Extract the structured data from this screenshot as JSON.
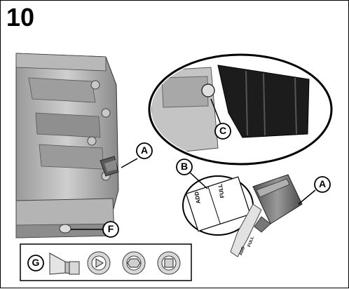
{
  "step_number": "10",
  "callouts": {
    "a_top": "A",
    "a_bottom": "A",
    "b": "B",
    "c": "C",
    "f": "F",
    "g": "G"
  },
  "label_text": {
    "add": "ADD",
    "full": "FULL",
    "dipstick_add": "ADD",
    "dipstick_full": "FULL"
  },
  "colors": {
    "engine_light": "#d4d4d4",
    "engine_mid": "#a8a8a8",
    "engine_dark": "#6e6e6e",
    "cap_black": "#1a1a1a",
    "outline": "#000000"
  }
}
